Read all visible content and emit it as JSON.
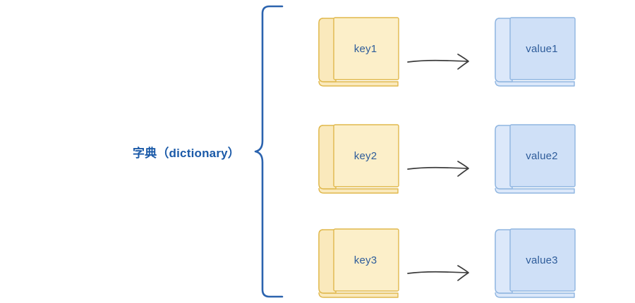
{
  "diagram": {
    "title_label": "字典（dictionary）",
    "brace_color": "#2B63AE",
    "label_color": "#1B5AA8",
    "background": "#ffffff",
    "arrow_color": "#3C3C3C",
    "key_book": {
      "fill": "#FCEFC9",
      "spine_fill": "#FAE9BC",
      "border": "#E0B84C",
      "text_color": "#2E5C9A"
    },
    "value_book": {
      "fill": "#CFE0F7",
      "spine_fill": "#DCE8FA",
      "border": "#8FB5E0",
      "text_color": "#2E5C9A"
    },
    "rows": [
      {
        "key": "key1",
        "value": "value1",
        "arrow": "arrow-right-icon"
      },
      {
        "key": "key2",
        "value": "value2",
        "arrow": "arrow-right-icon"
      },
      {
        "key": "key3",
        "value": "value3",
        "arrow": "arrow-right-icon"
      }
    ]
  }
}
